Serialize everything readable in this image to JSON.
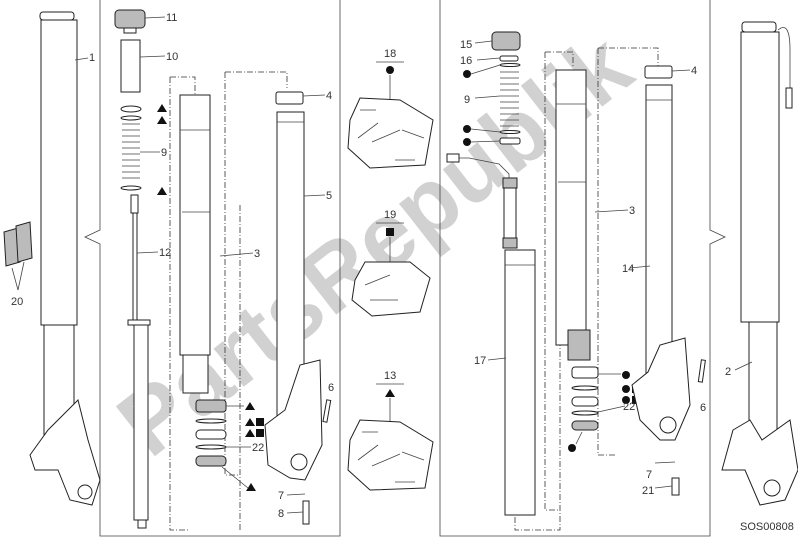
{
  "diagram": {
    "title_code": "SOS00808",
    "watermark": "PartsRepublik",
    "callouts": {
      "p1": "1",
      "p2": "2",
      "p3_left": "3",
      "p3_right": "3",
      "p4_left": "4",
      "p4_right": "4",
      "p5": "5",
      "p6_left": "6",
      "p6_right": "6",
      "p7_left": "7",
      "p7_right": "7",
      "p8": "8",
      "p9_left": "9",
      "p9_right": "9",
      "p10": "10",
      "p11": "11",
      "p12": "12",
      "p13": "13",
      "p14": "14",
      "p15": "15",
      "p16": "16",
      "p17": "17",
      "p18": "18",
      "p19": "19",
      "p20": "20",
      "p21": "21",
      "p22_left": "22",
      "p22_right": "22"
    },
    "kits": [
      {
        "label": "18",
        "symbol": "circle"
      },
      {
        "label": "19",
        "symbol": "square"
      },
      {
        "label": "13",
        "symbol": "triangle"
      }
    ],
    "colors": {
      "line": "#222222",
      "watermark": "#9a9a9a",
      "shade": "#bbbbbb"
    }
  }
}
